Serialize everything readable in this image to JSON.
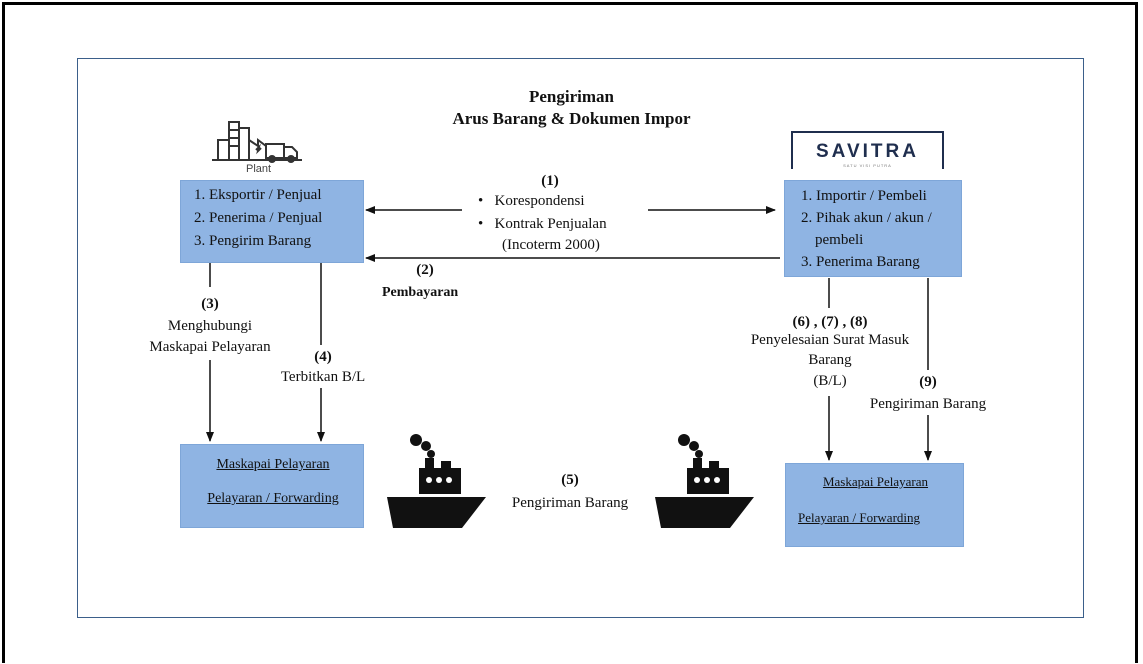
{
  "title": {
    "line1": "Pengiriman",
    "line2": "Arus Barang & Dokumen Impor"
  },
  "left_logo": {
    "caption": "Plant",
    "icon": "factory-truck-icon"
  },
  "right_logo": {
    "brand": "SAVITRA",
    "tagline": "SATU VISI PUTRA",
    "icon": "savitra-logo"
  },
  "exporter_box": {
    "items": [
      "1. Eksportir / Penjual",
      "2. Penerima / Penjual",
      "3. Pengirim Barang"
    ]
  },
  "importer_box": {
    "items": [
      "1. Importir / Pembeli",
      "2. Pihak akun / akun /",
      "pembeli",
      "3. Penerima Barang"
    ]
  },
  "step1": {
    "num": "(1)",
    "bullets": [
      "Korespondensi",
      "Kontrak Penjualan"
    ],
    "extra": "(Incoterm 2000)"
  },
  "step2": {
    "num": "(2)",
    "text": "Pembayaran"
  },
  "step3": {
    "num": "(3)",
    "lines": [
      "Menghubungi",
      "Maskapai Pelayaran"
    ]
  },
  "step4": {
    "num": "(4)",
    "text": "Terbitkan B/L"
  },
  "step5": {
    "num": "(5)",
    "text": "Pengiriman Barang"
  },
  "step678": {
    "num": "(6) , (7) , (8)",
    "lines": [
      "Penyelesaian Surat Masuk",
      "Barang",
      "(B/L)"
    ]
  },
  "step9": {
    "num": "(9)",
    "text": "Pengiriman Barang"
  },
  "carrier_left": {
    "line1": "Maskapai Pelayaran",
    "line2": "Pelayaran  / Forwarding"
  },
  "carrier_right": {
    "line1": "Maskapai Pelayaran",
    "line2": "Pelayaran  / Forwarding"
  },
  "colors": {
    "box_fill": "#8fb4e3",
    "frame_border": "#3b5f8a",
    "logo_navy": "#1f2e4e"
  }
}
